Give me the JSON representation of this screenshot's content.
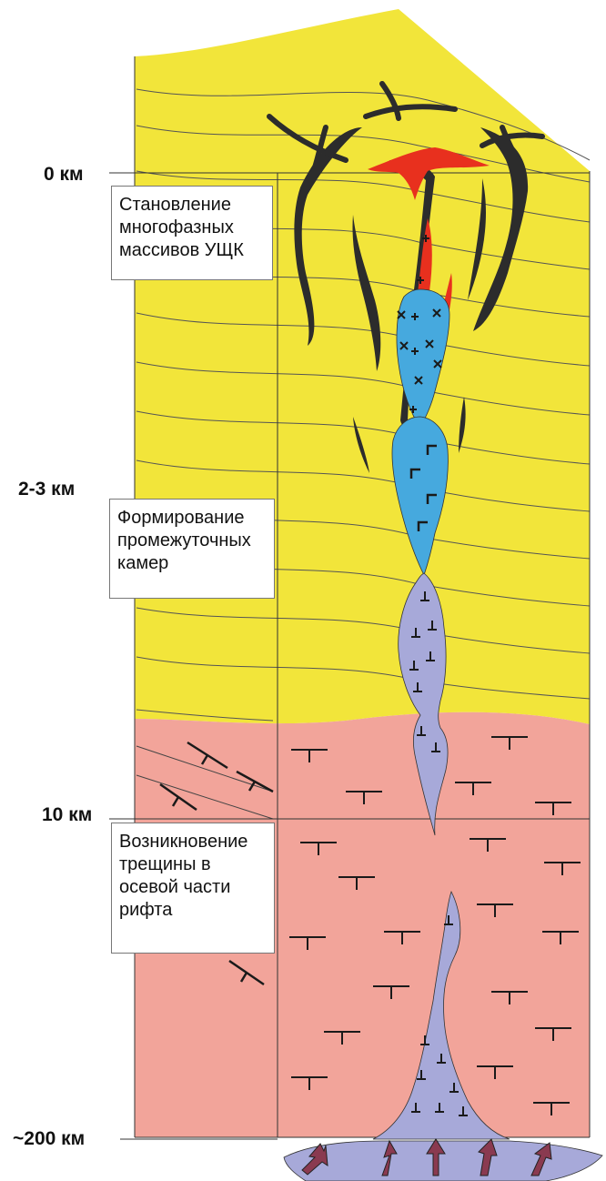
{
  "depth_labels": {
    "d0": "0 км",
    "d1": "2-3 км",
    "d2": "10 км",
    "d3": "~200 км"
  },
  "stages": [
    {
      "lines": [
        "Становление",
        "многофазных",
        "массивов УЩК"
      ]
    },
    {
      "lines": [
        "Формирование",
        "промежуточных",
        "камер"
      ]
    },
    {
      "lines": [
        "Возникновение",
        "трещины в",
        "осевой части",
        "рифта"
      ]
    }
  ],
  "colors": {
    "sedimentary_cover": "#f2e53a",
    "crust": "#f2a49a",
    "mafic_melt": "#a7a9d9",
    "intermediate_chamber": "#46a9de",
    "felsic_intrusion": "#e8301e",
    "dike": "#2c2c2c",
    "arrow": "#8a3a50"
  }
}
